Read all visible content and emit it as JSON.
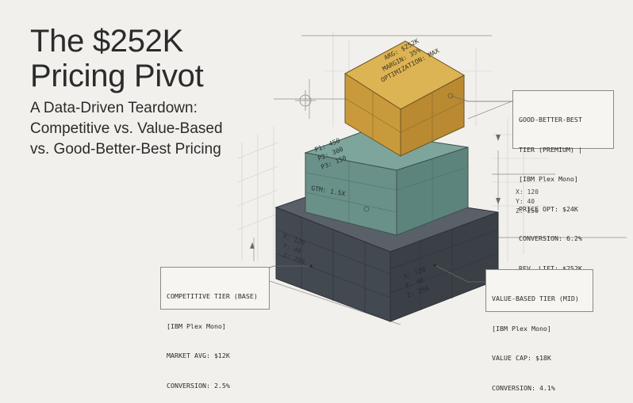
{
  "title_lines": [
    "The $252K",
    "Pricing Pivot"
  ],
  "subtitle_lines": [
    "A Data-Driven Teardown:",
    "Competitive vs. Value-Based",
    "vs. Good-Better-Best Pricing"
  ],
  "colors": {
    "background": "#f1f0ec",
    "base_tier": "#4a5058",
    "mid_tier": "#6f978f",
    "premium_tier": "#d4a444",
    "grid_line": "#c9c8c3"
  },
  "blocks": {
    "premium": {
      "face_lines": [
        "ARG: $252K",
        "MARGIN: 35%",
        "OPTIMIZATION: MAX"
      ]
    },
    "mid": {
      "face_lines": [
        "P1: 450",
        "P2: 300",
        "P3: 150"
      ],
      "front_label": "GTM: 1.5X"
    },
    "base": {
      "front_lines": [
        "X: 120",
        "Y: 40",
        "Z: 250"
      ],
      "side_lines": [
        "X: 120",
        "Y: 40",
        "Z: 250"
      ]
    },
    "axis_right": [
      "X: 120",
      "Y: 40",
      "Z: 250"
    ]
  },
  "callouts": {
    "premium": {
      "lines": [
        "GOOD-BETTER-BEST",
        "TIER (PREMIUM) |",
        "[IBM Plex Mono]",
        "PRICE OPT: $24K",
        "CONVERSION: 6.2%",
        "REV. LIFT: $252K"
      ]
    },
    "base": {
      "lines": [
        "COMPETITIVE TIER (BASE)",
        "[IBM Plex Mono]",
        "MARKET AVG: $12K",
        "CONVERSION: 2.5%"
      ]
    },
    "mid": {
      "lines": [
        "VALUE-BASED TIER (MID)",
        "[IBM Plex Mono]",
        "VALUE CAP: $18K",
        "CONVERSION: 4.1%"
      ]
    }
  }
}
